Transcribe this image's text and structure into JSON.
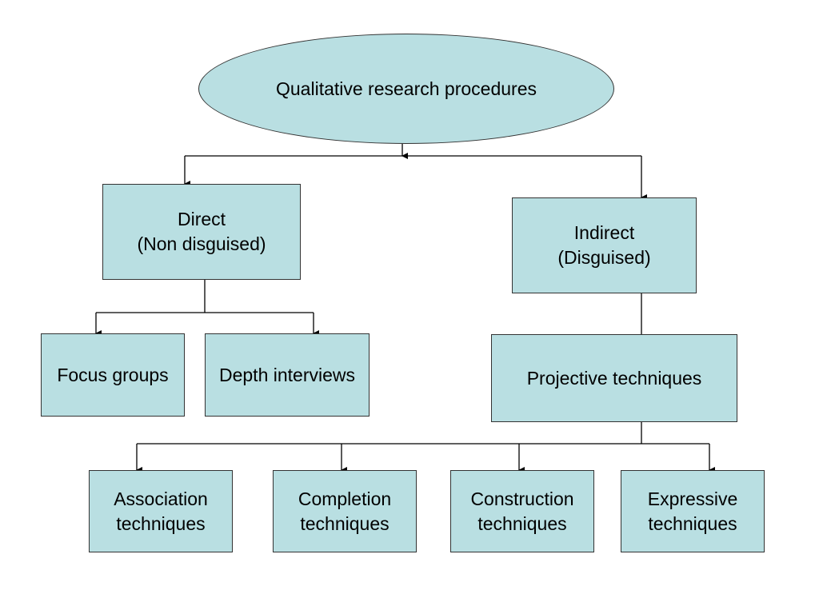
{
  "colors": {
    "node_fill": "#b9dfe2",
    "node_border": "#333333",
    "connector": "#000000",
    "background": "#ffffff"
  },
  "root": {
    "label": "Qualitative research procedures"
  },
  "direct": {
    "line1": "Direct",
    "line2": "(Non disguised)"
  },
  "indirect": {
    "line1": "Indirect",
    "line2": "(Disguised)"
  },
  "focus_groups": {
    "label": "Focus groups"
  },
  "depth_interviews": {
    "label": "Depth interviews"
  },
  "projective": {
    "label": "Projective techniques"
  },
  "association": {
    "line1": "Association",
    "line2": "techniques"
  },
  "completion": {
    "line1": "Completion",
    "line2": "techniques"
  },
  "construction": {
    "line1": "Construction",
    "line2": "techniques"
  },
  "expressive": {
    "line1": "Expressive",
    "line2": "techniques"
  }
}
